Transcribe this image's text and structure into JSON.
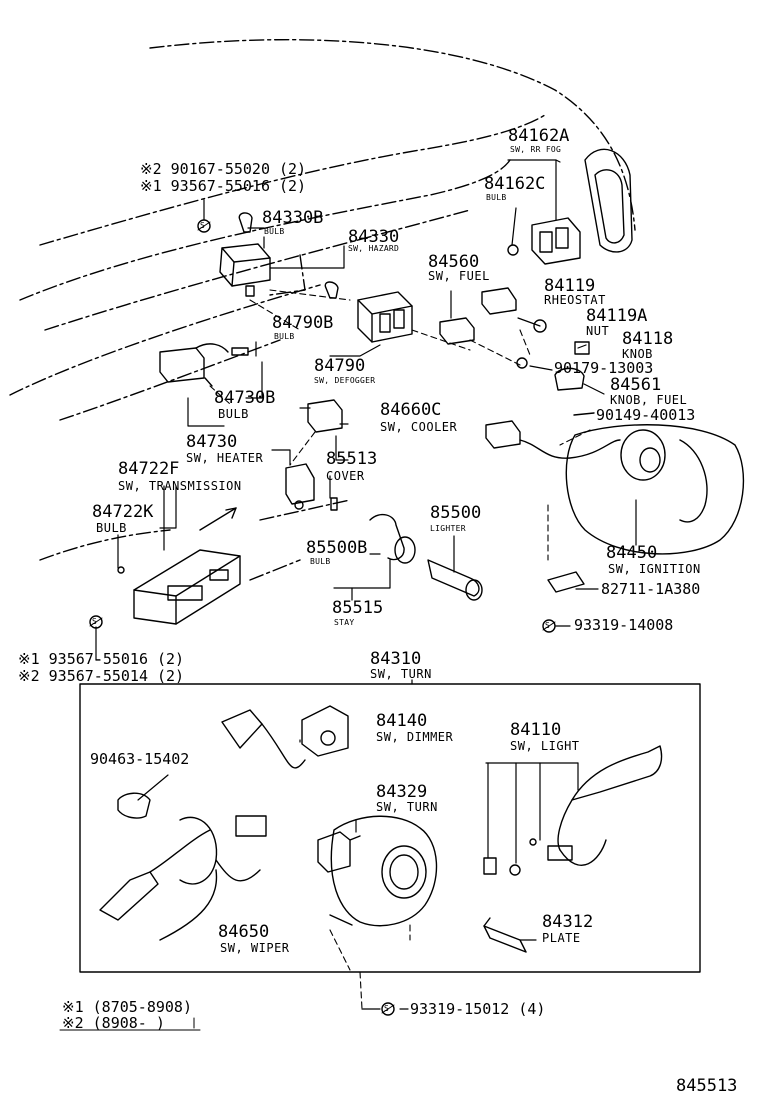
{
  "labels": {
    "l84162A": "84162A",
    "lSwRrFog": "SW, RR FOG",
    "l84162C": "84162C",
    "lBulbA": "BULB",
    "note2_90167": "※2 90167-55020 (2)",
    "note1_93567a": "※1 93567-55016 (2)",
    "l84330B": "84330B",
    "lBulbB": "BULB",
    "l84330": "84330",
    "lSwHazard": "SW, HAZARD",
    "l84560": "84560",
    "lSwFuel": "SW, FUEL",
    "l84119": "84119",
    "lRheostat": "RHEOSTAT",
    "l84119A": "84119A",
    "lNut": "NUT",
    "l84118": "84118",
    "lKnob": "KNOB",
    "l90179": "90179-13003",
    "l84790B": "84790B",
    "lBulbC": "BULB",
    "l84790": "84790",
    "lSwDefogger": "SW, DEFOGGER",
    "l84561": "84561",
    "lKnobFuel": "KNOB, FUEL",
    "l90149": "90149-40013",
    "l84730B": "84730B",
    "lBulbD": "BULB",
    "l84660C": "84660C",
    "lSwCooler": "SW, COOLER",
    "l84730": "84730",
    "lSwHeater": "SW, HEATER",
    "l85513": "85513",
    "lCover": "COVER",
    "l84722F": "84722F",
    "lSwTransmission": "SW, TRANSMISSION",
    "l85500": "85500",
    "lLighter": "LIGHTER",
    "l84722K": "84722K",
    "lBulbE": "BULB",
    "l85500B": "85500B",
    "lBulbF": "BULB",
    "l84450": "84450",
    "lSwIgnition": "SW, IGNITION",
    "l82711": "82711-1A380",
    "l85515": "85515",
    "lStay": "STAY",
    "l93319_14008": "93319-14008",
    "note1_93567b": "※1 93567-55016 (2)",
    "note2_93567c": "※2 93567-55014 (2)",
    "l84310": "84310",
    "lSwTurnA": "SW, TURN",
    "l84140": "84140",
    "lSwDimmer": "SW, DIMMER",
    "l84110": "84110",
    "lSwLight": "SW, LIGHT",
    "l90463": "90463-15402",
    "l84329": "84329",
    "lSwTurnB": "SW, TURN",
    "l84312": "84312",
    "lPlate": "PLATE",
    "l84650": "84650",
    "lSwWiper": "SW, WIPER",
    "l93319_15012": "93319-15012 (4)",
    "legend1": "※1 (8705-8908)",
    "legend2": "※2 (8908-        )",
    "figNumber": "845513",
    "bolt": "S"
  }
}
